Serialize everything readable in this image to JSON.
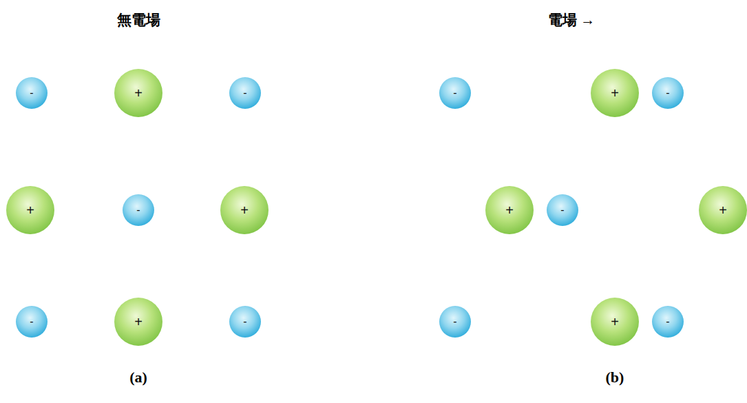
{
  "diagram": {
    "nodes": [
      {
        "text": [
          "-"
        ]
      },
      {
        "text": [
          "+"
        ]
      },
      {
        "text": [
          "-"
        ]
      },
      {
        "text": [
          "+"
        ]
      },
      {
        "text": [
          "-"
        ]
      },
      {
        "text": [
          "+"
        ]
      },
      {
        "text": [
          "-"
        ]
      },
      {
        "text": [
          "+"
        ]
      },
      {
        "text": [
          "-"
        ]
      },
      {
        "text": [
          "-"
        ]
      },
      {
        "text": [
          "+"
        ]
      },
      {
        "text": [
          "-"
        ]
      },
      {
        "text": [
          "+"
        ]
      },
      {
        "text": [
          "-"
        ]
      },
      {
        "text": [
          "+"
        ]
      },
      {
        "text": [
          "-"
        ]
      },
      {
        "text": [
          "+"
        ]
      },
      {
        "text": [
          "-"
        ]
      }
    ],
    "labels": [
      "無電場",
      "電場 →",
      "(a)",
      "(b)"
    ]
  }
}
